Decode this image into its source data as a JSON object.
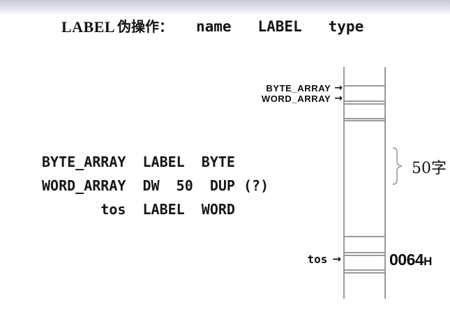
{
  "page": {
    "background": "#ffffff",
    "gradient_top_color": "#c6c7d5"
  },
  "title": {
    "keyword": "LABEL",
    "chinese_label": "伪操作：",
    "syntax": "name   LABEL   type"
  },
  "code_block": {
    "lines": [
      "BYTE_ARRAY  LABEL  BYTE",
      "WORD_ARRAY  DW  50  DUP (?)",
      "       tos  LABEL  WORD"
    ]
  },
  "memory_diagram": {
    "line_color": "#9a9a9a",
    "pointers": [
      {
        "label": "BYTE_ARRAY",
        "arrow": "→"
      },
      {
        "label": "WORD_ARRAY",
        "arrow": "→"
      },
      {
        "label": "tos",
        "arrow": "→"
      }
    ],
    "brace_label": "50字",
    "address": {
      "value": "0064",
      "suffix": "H"
    }
  }
}
